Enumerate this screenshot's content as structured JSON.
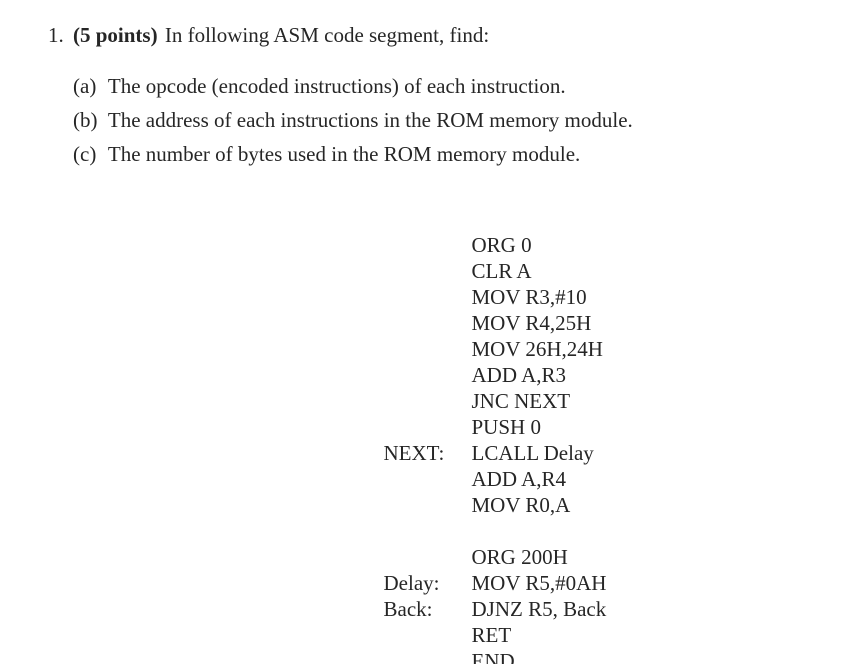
{
  "page": {
    "background": "#ffffff",
    "text_color": "#262626"
  },
  "question": {
    "number": "1.",
    "points_label": "(5 points)",
    "prompt": "In following ASM code segment, find:",
    "items": [
      {
        "label": "(a)",
        "text": "The opcode (encoded instructions) of each instruction."
      },
      {
        "label": "(b)",
        "text": "The address of each instructions in the ROM memory module."
      },
      {
        "label": "(c)",
        "text": "The number of bytes used in the ROM memory module."
      }
    ]
  },
  "code_listing": {
    "lines": [
      {
        "label": "",
        "instruction": "ORG 0"
      },
      {
        "label": "",
        "instruction": "CLR A"
      },
      {
        "label": "",
        "instruction": "MOV R3,#10"
      },
      {
        "label": "",
        "instruction": "MOV R4,25H"
      },
      {
        "label": "",
        "instruction": "MOV 26H,24H"
      },
      {
        "label": "",
        "instruction": "ADD A,R3"
      },
      {
        "label": "",
        "instruction": "JNC NEXT"
      },
      {
        "label": "",
        "instruction": "PUSH 0"
      },
      {
        "label": "NEXT:",
        "instruction": "LCALL Delay"
      },
      {
        "label": "",
        "instruction": "ADD A,R4"
      },
      {
        "label": "",
        "instruction": "MOV R0,A"
      },
      {
        "label": "",
        "instruction": ""
      },
      {
        "label": "",
        "instruction": "ORG 200H"
      },
      {
        "label": "Delay:",
        "instruction": "MOV R5,#0AH"
      },
      {
        "label": "Back:",
        "instruction": "DJNZ R5, Back"
      },
      {
        "label": "",
        "instruction": "RET"
      },
      {
        "label": "",
        "instruction": "END"
      }
    ]
  }
}
